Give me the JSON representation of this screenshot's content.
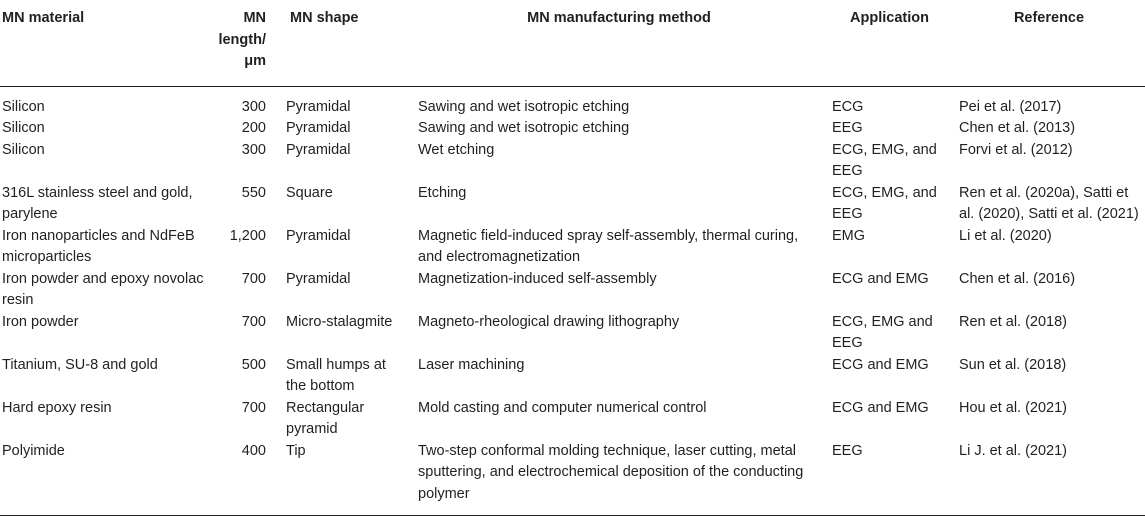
{
  "table": {
    "headers": {
      "material": "MN material",
      "length": "MN length/ μm",
      "shape": "MN shape",
      "method": "MN manufacturing method",
      "application": "Application",
      "reference": "Reference"
    },
    "rows": [
      {
        "material": "Silicon",
        "length": "300",
        "shape": "Pyramidal",
        "method": "Sawing and wet isotropic etching",
        "application": "ECG",
        "reference": "Pei et al. (2017)"
      },
      {
        "material": "Silicon",
        "length": "200",
        "shape": "Pyramidal",
        "method": "Sawing and wet isotropic etching",
        "application": "EEG",
        "reference": "Chen et al. (2013)"
      },
      {
        "material": "Silicon",
        "length": "300",
        "shape": "Pyramidal",
        "method": "Wet etching",
        "application": "ECG, EMG, and EEG",
        "reference": "Forvi et al. (2012)"
      },
      {
        "material": "316L stainless steel and gold, parylene",
        "length": "550",
        "shape": "Square",
        "method": "Etching",
        "application": "ECG, EMG, and EEG",
        "reference": "Ren et al. (2020a), Satti et al. (2020), Satti et al. (2021)"
      },
      {
        "material": "Iron nanoparticles and NdFeB microparticles",
        "length": "1,200",
        "shape": "Pyramidal",
        "method": "Magnetic field-induced spray self-assembly, thermal curing, and electromagnetization",
        "application": "EMG",
        "reference": "Li et al. (2020)"
      },
      {
        "material": "Iron powder and epoxy novolac resin",
        "length": "700",
        "shape": "Pyramidal",
        "method": "Magnetization-induced self-assembly",
        "application": "ECG and EMG",
        "reference": "Chen et al. (2016)"
      },
      {
        "material": "Iron powder",
        "length": "700",
        "shape": "Micro-stalagmite",
        "method": "Magneto-rheological drawing lithography",
        "application": "ECG, EMG and EEG",
        "reference": "Ren et al. (2018)"
      },
      {
        "material": "Titanium, SU-8 and gold",
        "length": "500",
        "shape": "Small humps at the bottom",
        "method": "Laser machining",
        "application": "ECG and EMG",
        "reference": "Sun et al. (2018)"
      },
      {
        "material": "Hard epoxy resin",
        "length": "700",
        "shape": "Rectangular pyramid",
        "method": "Mold casting and computer numerical control",
        "application": "ECG and EMG",
        "reference": "Hou et al. (2021)"
      },
      {
        "material": "Polyimide",
        "length": "400",
        "shape": "Tip",
        "method": "Two-step conformal molding technique, laser cutting, metal sputtering, and electrochemical deposition of the conducting polymer",
        "application": "EEG",
        "reference": "Li J. et al. (2021)"
      }
    ]
  }
}
